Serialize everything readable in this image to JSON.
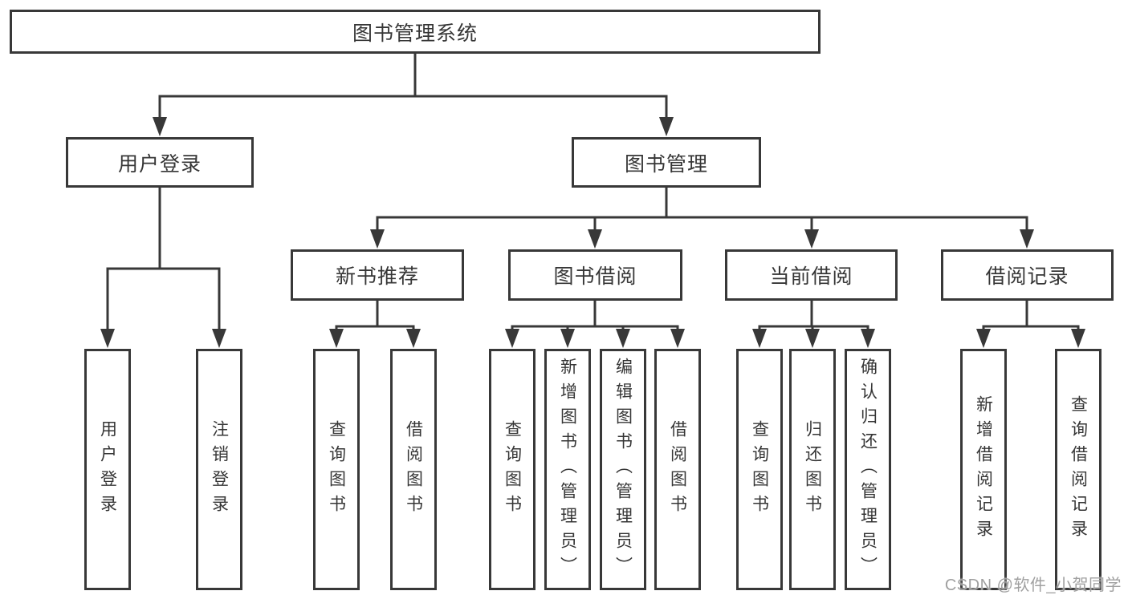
{
  "diagram": {
    "background_color": "#ffffff",
    "line_color": "#383838",
    "text_color": "#363636",
    "root": {
      "label": "图书管理系统"
    },
    "level2": [
      {
        "label": "用户登录"
      },
      {
        "label": "图书管理"
      }
    ],
    "level3": [
      {
        "label": "新书推荐"
      },
      {
        "label": "图书借阅"
      },
      {
        "label": "当前借阅"
      },
      {
        "label": "借阅记录"
      }
    ],
    "leaves": [
      {
        "parent": "用户登录",
        "label": "用户登录"
      },
      {
        "parent": "用户登录",
        "label": "注销登录"
      },
      {
        "parent": "新书推荐",
        "label": "查询图书"
      },
      {
        "parent": "新书推荐",
        "label": "借阅图书"
      },
      {
        "parent": "图书借阅",
        "label": "查询图书"
      },
      {
        "parent": "图书借阅",
        "label": "新增图书（管理员）"
      },
      {
        "parent": "图书借阅",
        "label": "编辑图书（管理员）"
      },
      {
        "parent": "图书借阅",
        "label": "借阅图书"
      },
      {
        "parent": "当前借阅",
        "label": "查询图书"
      },
      {
        "parent": "当前借阅",
        "label": "归还图书"
      },
      {
        "parent": "当前借阅",
        "label": "确认归还（管理员）"
      },
      {
        "parent": "借阅记录",
        "label": "新增借阅记录"
      },
      {
        "parent": "借阅记录",
        "label": "查询借阅记录"
      }
    ],
    "watermark": {
      "text": "CSDN @软件_小贺同学",
      "color": "#a0a0a0"
    }
  }
}
